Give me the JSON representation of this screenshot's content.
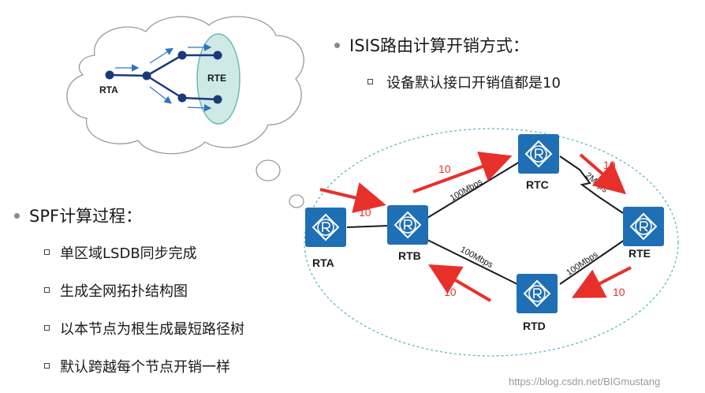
{
  "right_bullets": {
    "l1": "ISIS路由计算开销方式：",
    "l2": "设备默认接口开销值都是10"
  },
  "left_bullets": {
    "l1": "SPF计算过程：",
    "items": [
      "单区域LSDB同步完成",
      "生成全网拓扑结构图",
      "以本节点为根生成最短路径树",
      "默认跨越每个节点开销一样"
    ]
  },
  "cloud_diagram": {
    "rta_label": "RTA",
    "rte_label": "RTE"
  },
  "topology": {
    "routers": {
      "rta": "RTA",
      "rtb": "RTB",
      "rtc": "RTC",
      "rtd": "RTD",
      "rte": "RTE"
    },
    "links": {
      "rtb_rtc": "100Mbps",
      "rtc_rte": "2Mbps",
      "rtb_rtd": "100Mbps",
      "rtd_rte": "100Mbps"
    },
    "costs": {
      "rta_rtb": "10",
      "rtb_rtc": "10",
      "rtc_rte": "10",
      "rtd_rtb": "10",
      "rte_rtd": "10"
    }
  },
  "colors": {
    "router_fill": "#1f6fb5",
    "arrow": "#e8302b",
    "ellipse": "#5fb8c4"
  },
  "watermark": "https://blog.csdn.net/BIGmustang"
}
